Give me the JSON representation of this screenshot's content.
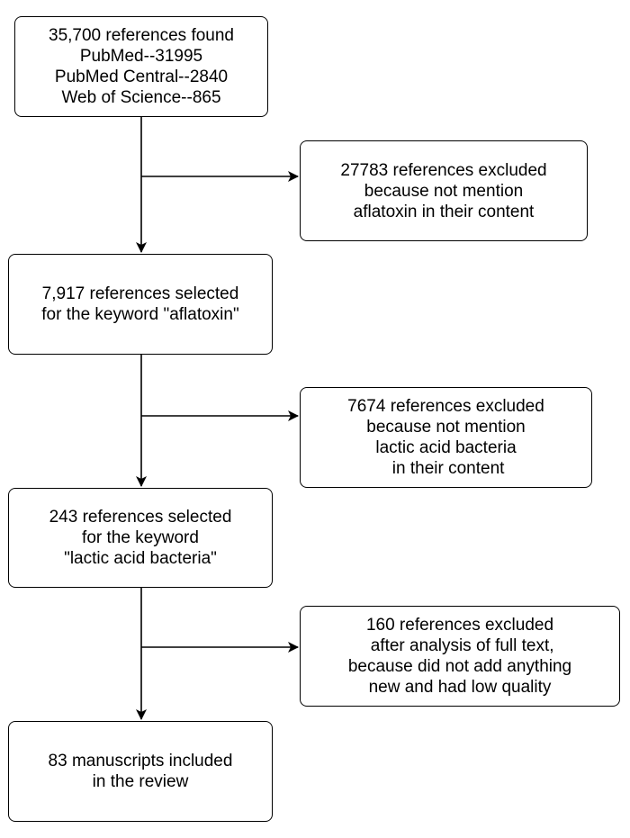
{
  "flow": {
    "start": {
      "lines": [
        "35,700 references found",
        "PubMed--31995",
        "PubMed Central--2840",
        "Web of Science--865"
      ]
    },
    "exclusion_1": {
      "lines": [
        "27783 references excluded",
        "because not mention",
        "aflatoxin in their content"
      ]
    },
    "step_2": {
      "lines": [
        "7,917 references selected",
        "for the keyword \"aflatoxin\""
      ]
    },
    "exclusion_2": {
      "lines": [
        "7674 references excluded",
        "because not mention",
        "lactic acid bacteria",
        " in their content"
      ]
    },
    "step_3": {
      "lines": [
        "243 references selected",
        "for the keyword",
        "\"lactic acid bacteria\""
      ]
    },
    "exclusion_3": {
      "lines": [
        "160 references excluded",
        " after analysis of full text,",
        "because did not add anything",
        "new and had low quality"
      ]
    },
    "final": {
      "lines": [
        "83 manuscripts included",
        "in the review"
      ]
    }
  },
  "colors": {
    "stroke": "#000000",
    "background": "#ffffff"
  }
}
